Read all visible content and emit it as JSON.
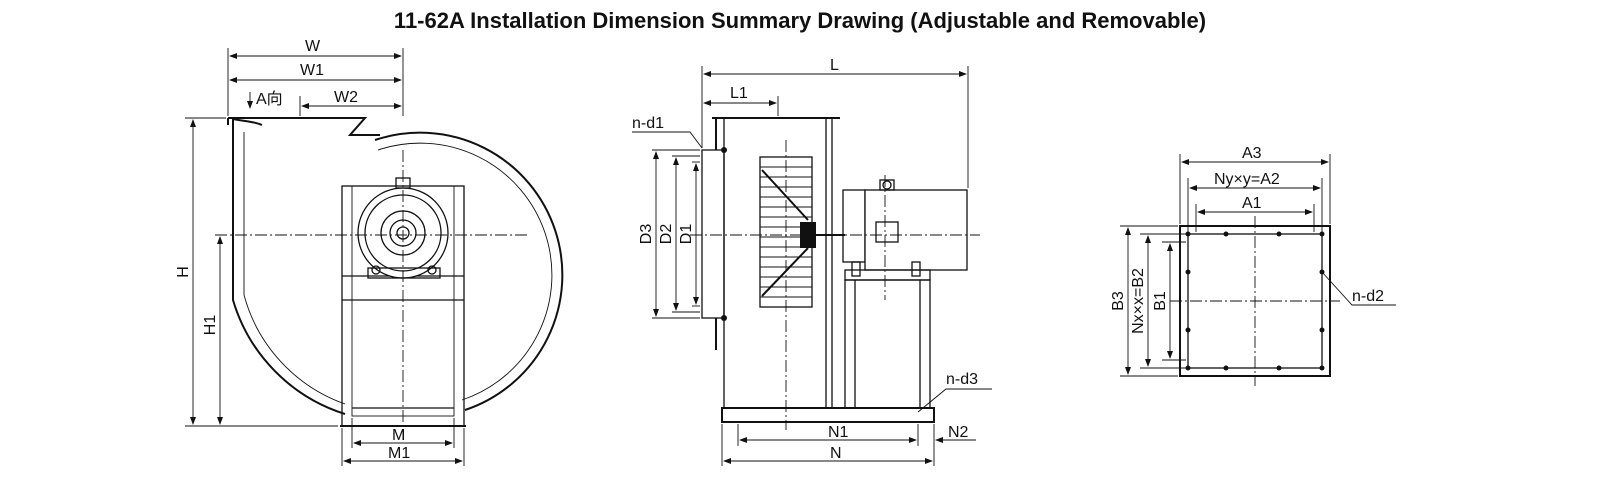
{
  "title": "11-62A Installation Dimension Summary Drawing (Adjustable and Removable)",
  "front_view": {
    "w": "W",
    "w1": "W1",
    "a_dir": "A向",
    "w2": "W2",
    "h": "H",
    "h1": "H1",
    "m": "M",
    "m1": "M1"
  },
  "side_view": {
    "l": "L",
    "l1": "L1",
    "nd1": "n-d1",
    "d3": "D3",
    "d2": "D2",
    "d1": "D1",
    "nd3": "n-d3",
    "n1": "N1",
    "n": "N",
    "n2": "N2"
  },
  "flange_view": {
    "a3": "A3",
    "nyy": "Ny×y=A2",
    "a1": "A1",
    "b3": "B3",
    "nxx": "Nx×x=B2",
    "b1": "B1",
    "nd2": "n-d2"
  }
}
